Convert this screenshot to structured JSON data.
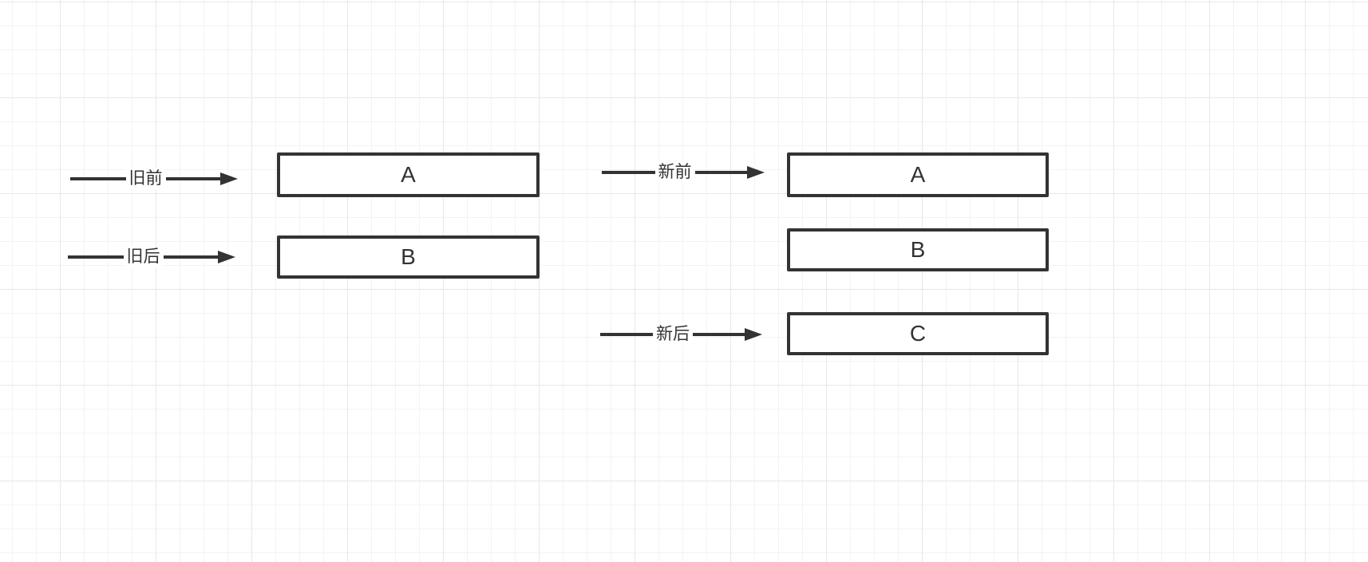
{
  "colors": {
    "stroke": "#333333",
    "node_fill": "#ffffff",
    "canvas_background": "#ffffff",
    "grid_minor": "#f3f3f3",
    "grid_major": "#e8e8e8"
  },
  "diagram": {
    "old_list": {
      "arrows": [
        {
          "label": "旧前"
        },
        {
          "label": "旧后"
        }
      ],
      "nodes": [
        {
          "label": "A"
        },
        {
          "label": "B"
        }
      ]
    },
    "new_list": {
      "arrows": [
        {
          "label": "新前"
        },
        {
          "label": "新后"
        }
      ],
      "nodes": [
        {
          "label": "A"
        },
        {
          "label": "B"
        },
        {
          "label": "C"
        }
      ]
    }
  }
}
